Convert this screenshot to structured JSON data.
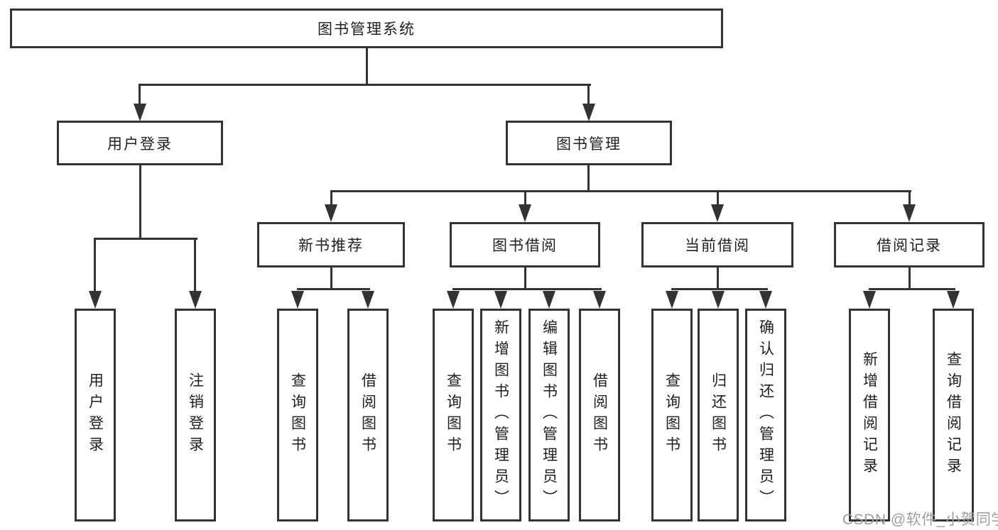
{
  "diagram": {
    "root": {
      "label": "图书管理系统"
    },
    "level2": [
      {
        "label": "用户登录"
      },
      {
        "label": "图书管理"
      }
    ],
    "level3": [
      {
        "label": "新书推荐"
      },
      {
        "label": "图书借阅"
      },
      {
        "label": "当前借阅"
      },
      {
        "label": "借阅记录"
      }
    ],
    "leaves": {
      "user_login": [
        {
          "label": "用户登录"
        },
        {
          "label": "注销登录"
        }
      ],
      "new_book": [
        {
          "label": "查询图书"
        },
        {
          "label": "借阅图书"
        }
      ],
      "book_borrow": [
        {
          "label": "查询图书"
        },
        {
          "label": "新增图书（管理员）"
        },
        {
          "label": "编辑图书（管理员）"
        },
        {
          "label": "借阅图书"
        }
      ],
      "current_borrow": [
        {
          "label": "查询图书"
        },
        {
          "label": "归还图书"
        },
        {
          "label": "确认归还（管理员）"
        }
      ],
      "borrow_record": [
        {
          "label": "新增借阅记录"
        },
        {
          "label": "查询借阅记录"
        }
      ]
    }
  },
  "watermark": {
    "text": "CSDN @软件_小贺同学"
  },
  "colors": {
    "line": "#333333",
    "border": "#333333",
    "text": "#1f1f1f",
    "background": "#ffffff",
    "watermark": "#9e9e9e"
  }
}
